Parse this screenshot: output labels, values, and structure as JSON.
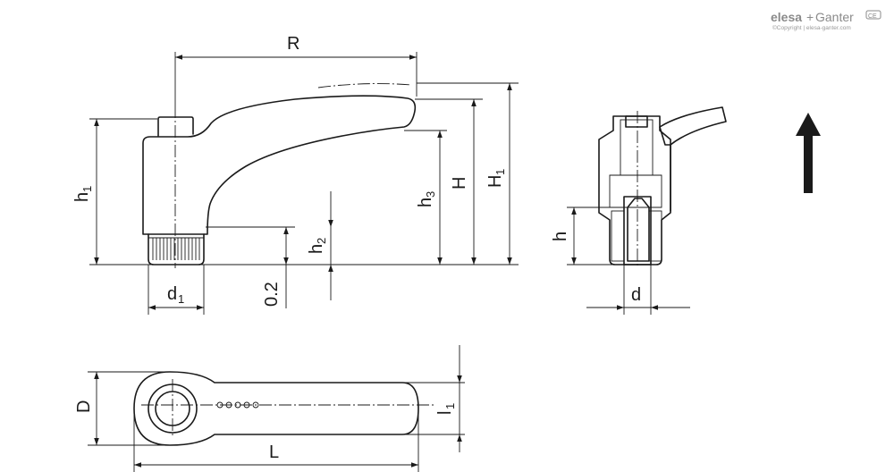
{
  "brand": {
    "logo_elesa": "elesa",
    "logo_sep": "+",
    "logo_ganter": "Ganter",
    "copyright": "©Copyright | elesa-ganter.com",
    "ce_mark": "CE"
  },
  "dims": {
    "R": "R",
    "h1_main": "h",
    "h1_sub": "1",
    "h3_main": "h",
    "h3_sub": "3",
    "H": "H",
    "H1_main": "H",
    "H1_sub": "1",
    "h2_main": "h",
    "h2_sub": "2",
    "gap": "0.2",
    "d1_main": "d",
    "d1_sub": "1",
    "h": "h",
    "d": "d",
    "D": "D",
    "L": "L",
    "l1_main": "l",
    "l1_sub": "1"
  }
}
